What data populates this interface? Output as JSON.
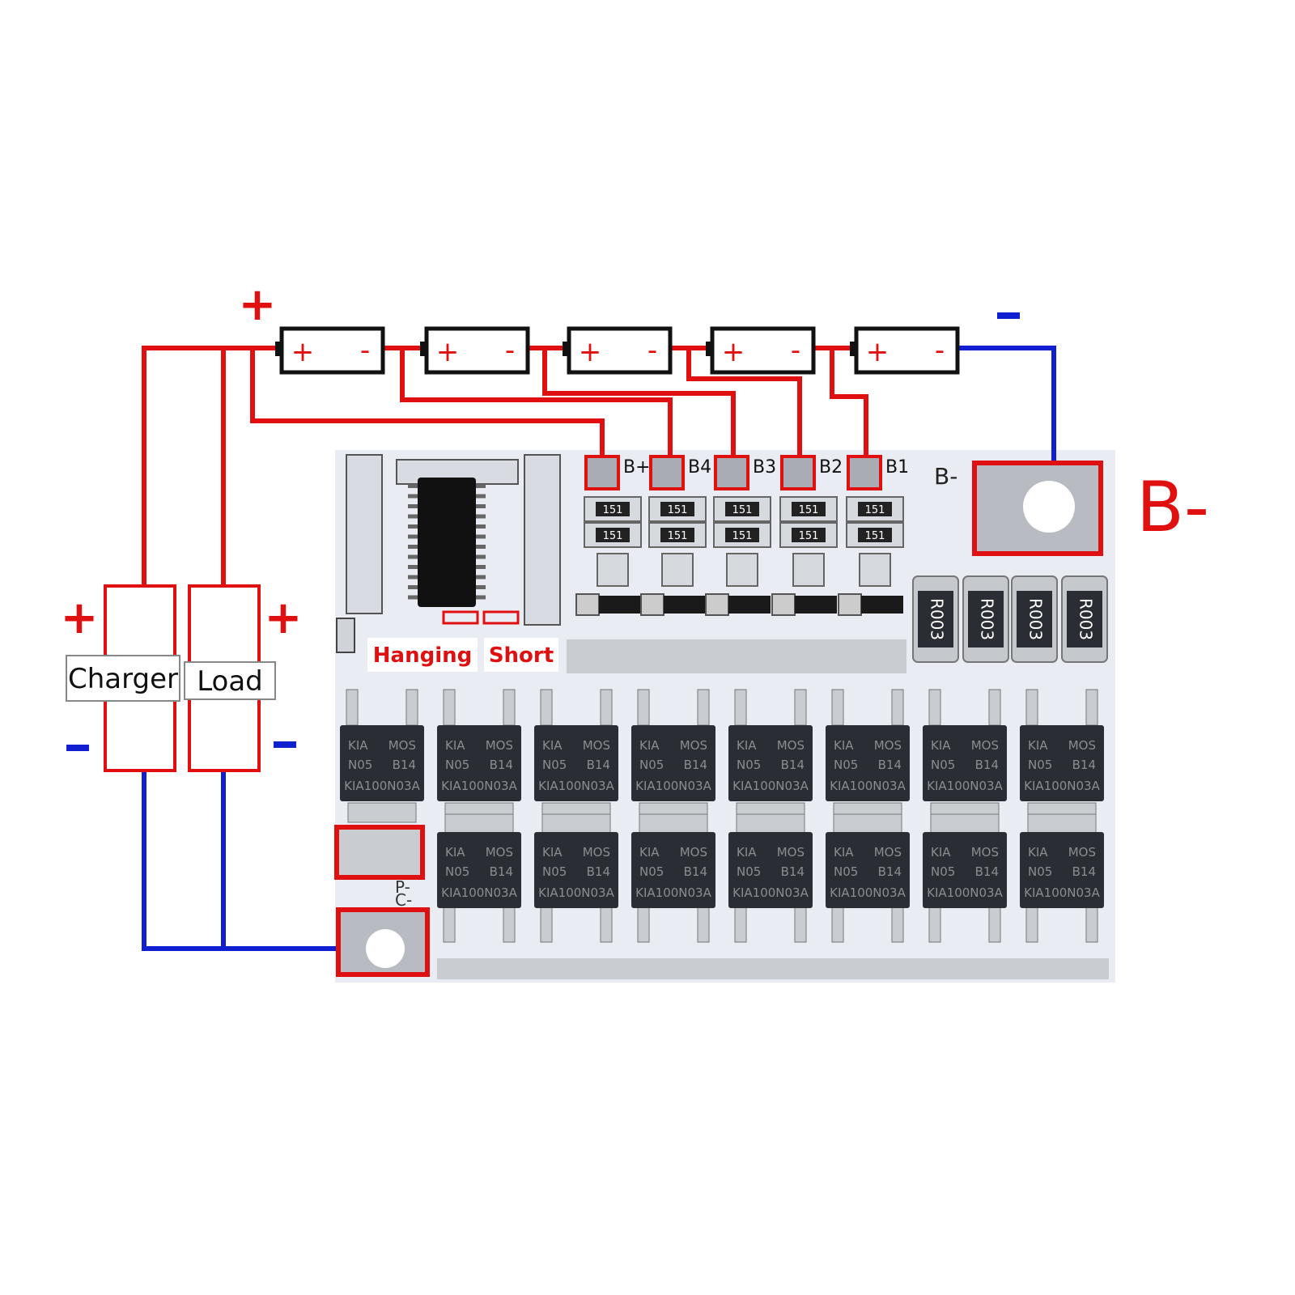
{
  "colors": {
    "positive": "#e01010",
    "negative": "#1020d0",
    "board": "#e8ecf2",
    "chip": "#2a2d33"
  },
  "symbols": {
    "plus": "+",
    "minus": "-"
  },
  "batteries": [
    {
      "plus": "+",
      "minus": "-"
    },
    {
      "plus": "+",
      "minus": "-"
    },
    {
      "plus": "+",
      "minus": "-"
    },
    {
      "plus": "+",
      "minus": "-"
    },
    {
      "plus": "+",
      "minus": "-"
    }
  ],
  "devices": {
    "charger": "Charger",
    "load": "Load"
  },
  "pads": [
    "B+",
    "B4",
    "B3",
    "B2",
    "B1"
  ],
  "board_labels": {
    "b_minus_small": "B-",
    "p_minus": "P-",
    "c_minus": "C-",
    "hanging": "Hanging",
    "short": "Short"
  },
  "resistor_code": "151",
  "shunt_code": "R003",
  "mosfet": {
    "brand": "KIA",
    "line2": "N05",
    "line3": "B14",
    "part": "KIA100N03A",
    "type": "MOS"
  },
  "b_minus_label": "B-"
}
